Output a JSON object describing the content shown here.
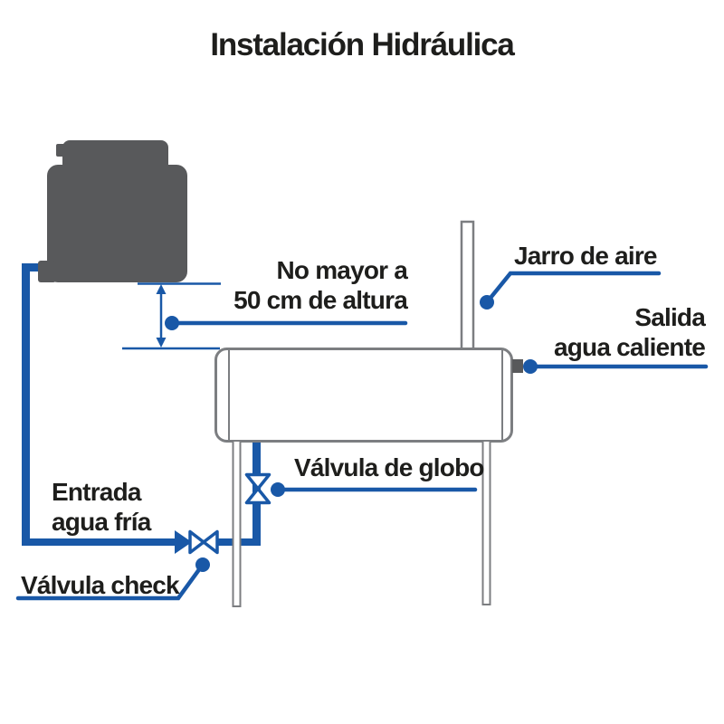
{
  "title": "Instalación Hidráulica",
  "labels": {
    "height_limit_line1": "No mayor a",
    "height_limit_line2": "50 cm de altura",
    "air_jar": "Jarro de aire",
    "hot_water_out_line1": "Salida",
    "hot_water_out_line2": "agua caliente",
    "globe_valve": "Válvula de globo",
    "cold_water_in_line1": "Entrada",
    "cold_water_in_line2": "agua fría",
    "check_valve": "Válvula check"
  },
  "symbols": {
    "check_valve": "bowtie-valve-horizontal",
    "globe_valve": "bowtie-valve-vertical",
    "height_dimension": "double-headed-arrow",
    "leader_style": "dot-and-line"
  },
  "colors": {
    "pipe_blue": "#1958a7",
    "tank_gray": "#58595b",
    "outline_gray": "#7c7e81",
    "text": "#1e1e1c",
    "background": "#ffffff"
  }
}
